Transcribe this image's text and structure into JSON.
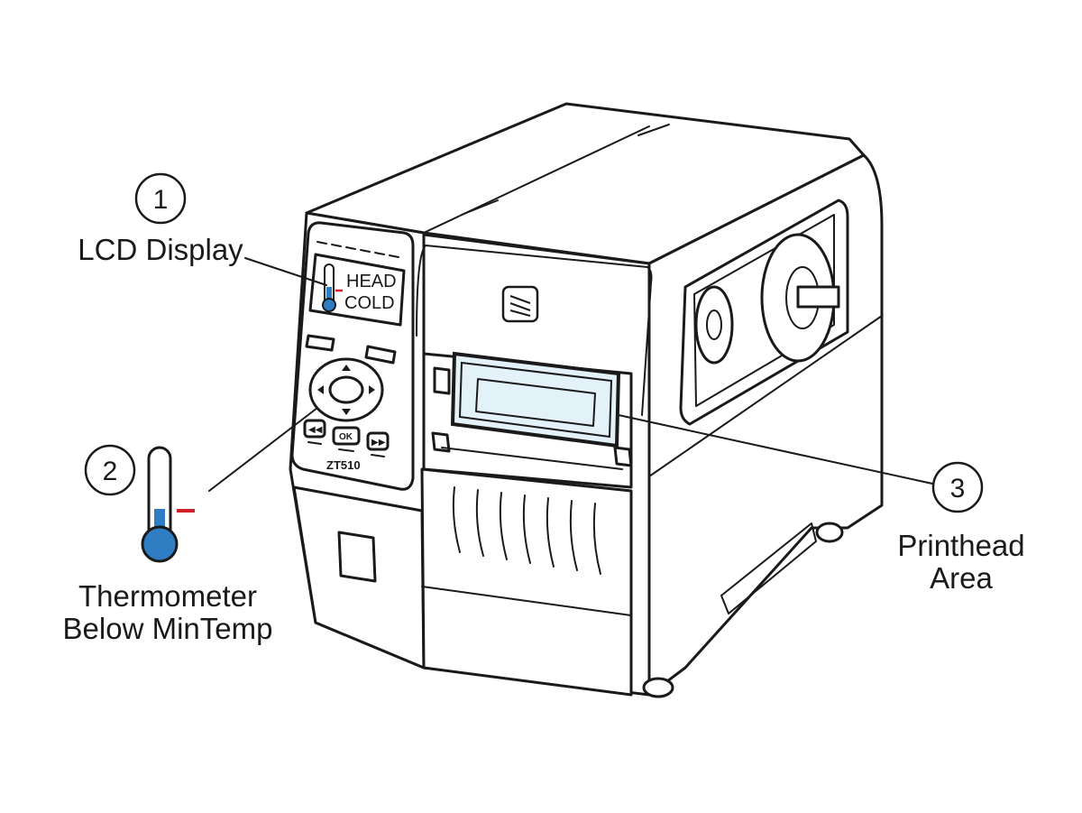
{
  "callouts": [
    {
      "number": "1",
      "lines": [
        "LCD Display"
      ]
    },
    {
      "number": "2",
      "lines": [
        "Thermometer",
        "Below MinTemp"
      ]
    },
    {
      "number": "3",
      "lines": [
        "Printhead",
        "Area"
      ]
    }
  ],
  "lcd": {
    "line1": "HEAD",
    "line2": "COLD"
  },
  "buttons": {
    "ok_label": "OK"
  },
  "model": "ZT510",
  "colors": {
    "outline": "#1a1a1a",
    "thermometer_fill": "#2f7ec4",
    "minmark": "#d0202a",
    "window_tint": "#e3f1f8"
  },
  "icons": {
    "logo": "zebra-logo-icon",
    "thermometer": "thermometer-icon"
  }
}
